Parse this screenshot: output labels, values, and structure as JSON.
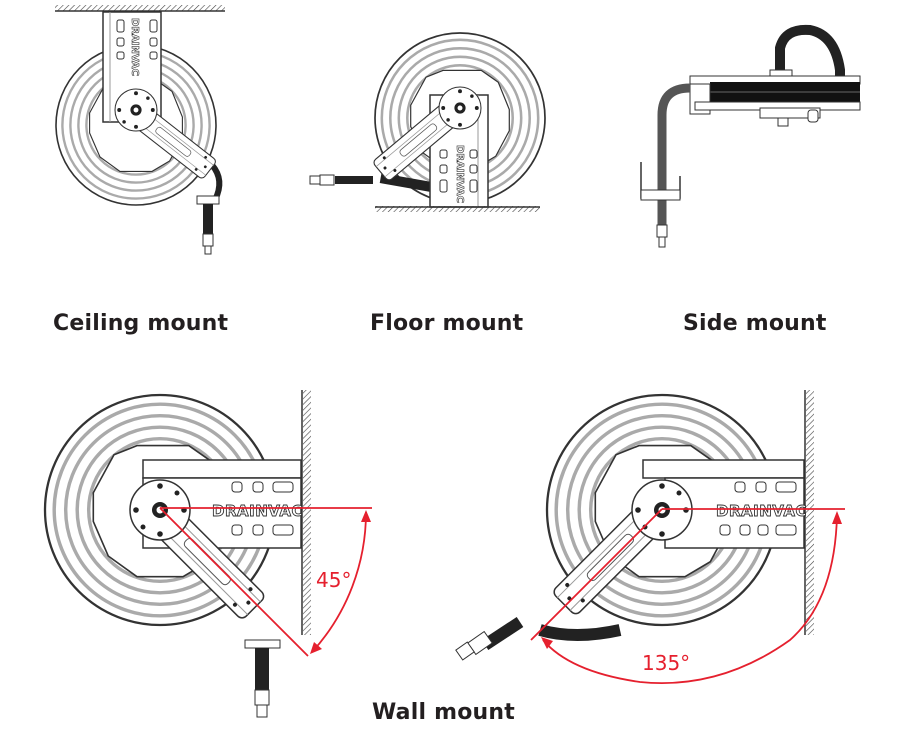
{
  "labels": {
    "ceiling": "Ceiling mount",
    "floor": "Floor mount",
    "side": "Side mount",
    "wall": "Wall mount"
  },
  "brand": "DRAINVAC",
  "angles": {
    "wall_left": "45°",
    "wall_right": "135°"
  },
  "colors": {
    "annotation_red": "#e5202e",
    "line_dark": "#231f20",
    "hose": "#333333"
  }
}
